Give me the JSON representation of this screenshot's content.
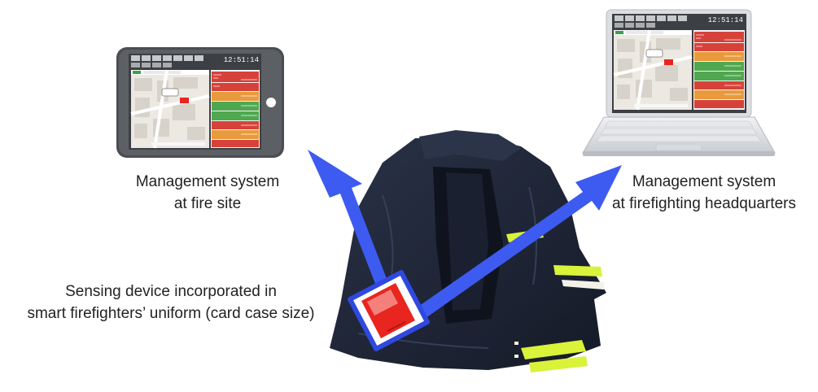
{
  "captions": {
    "fire_site": [
      "Management system",
      "at fire site"
    ],
    "headquarters": [
      "Management system",
      "at firefighting headquarters"
    ],
    "device": [
      "Sensing device incorporated in",
      "smart firefighters’ uniform (card case size)"
    ]
  },
  "screens": {
    "tablet_clock": "12:51:14",
    "laptop_clock": "12:51:14"
  },
  "icons": {
    "tablet": "tablet-icon",
    "laptop": "laptop-icon",
    "jacket": "firefighter-jacket-illustration",
    "sensor": "sensing-device-icon",
    "arrows": "data-flow-arrow-icon"
  },
  "colors": {
    "arrow": "#3D5BF0",
    "sensor": "#E8251F",
    "jacket": "#1E2536",
    "reflective_stripe": "#D9F23A",
    "panel_red": "#D6423A",
    "panel_orange": "#E89A3C",
    "panel_green": "#4FA850",
    "background": "#FFFFFF"
  }
}
